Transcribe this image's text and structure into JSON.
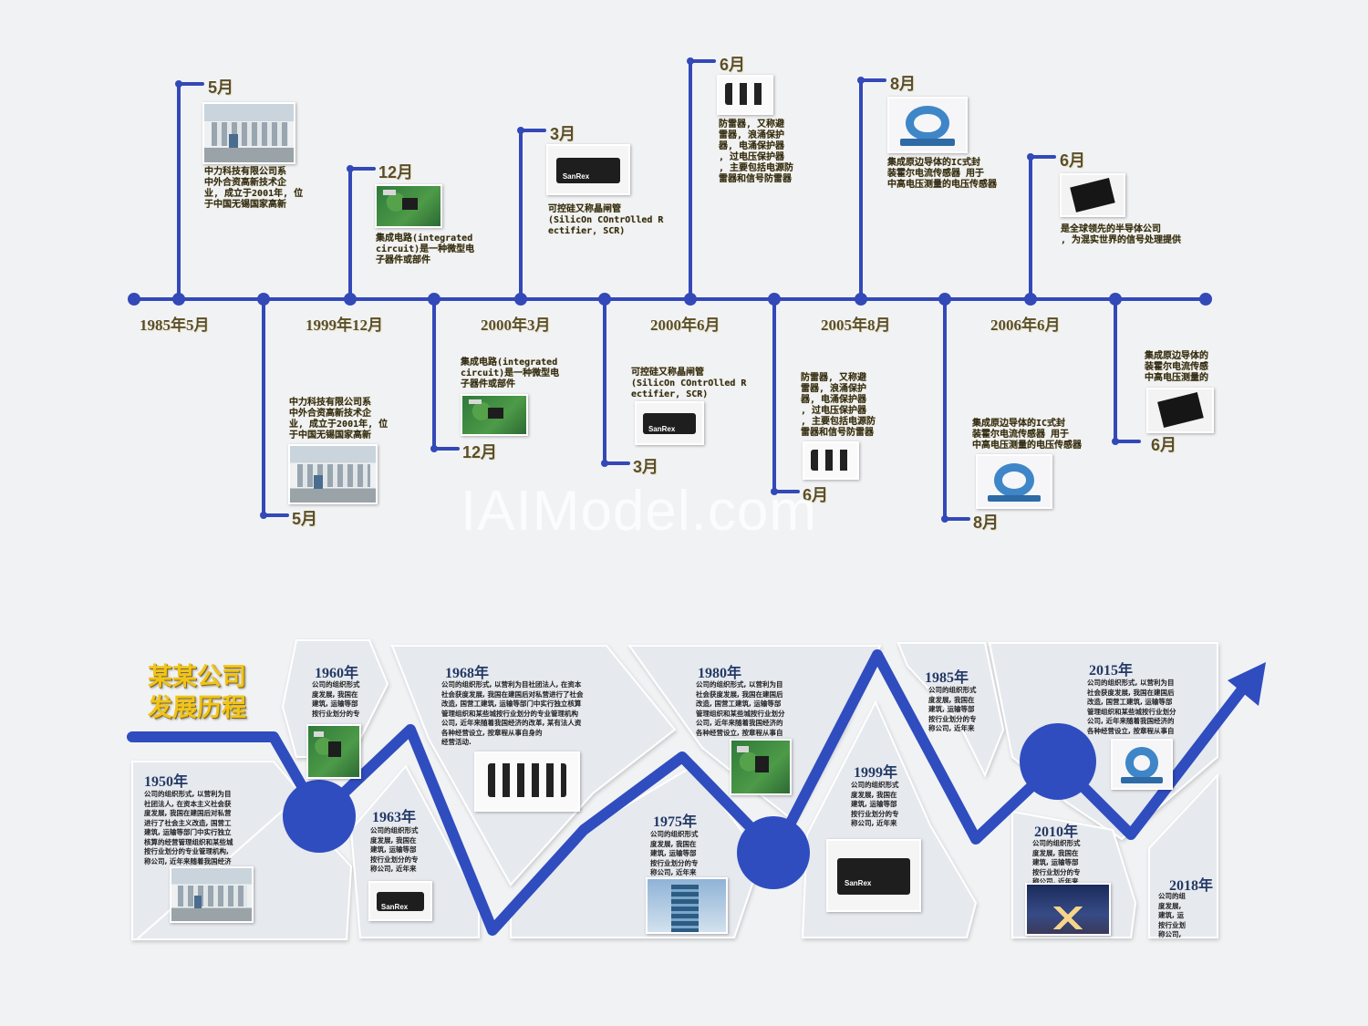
{
  "colors": {
    "line": "#3349b8",
    "gold": "#f0c419",
    "panel_line": "#2f4dbf"
  },
  "top_timeline": {
    "dates": [
      "1985年5月",
      "1999年12月",
      "2000年3月",
      "2000年6月",
      "2005年8月",
      "2006年6月"
    ],
    "upper_months": [
      "5月",
      "12月",
      "3月",
      "6月",
      "8月",
      "6月"
    ],
    "lower_months": [
      "5月",
      "12月",
      "3月",
      "6月",
      "8月",
      "6月"
    ],
    "notes": {
      "company": "中力科技有限公司系\n中外合资高新技术企\n业, 成立于2001年, 位\n于中国无锡国家高新",
      "ic": "集成电路(integrated\ncircuit)是一种微型电\n子器件或部件",
      "scr": "可控硅又称晶闸管\n(SilicOn COntrOlled R\nectifier, SCR)",
      "arrester": "防雷器, 又称避\n雷器, 浪涌保护\n器, 电涌保护器\n, 过电压保护器\n, 主要包括电源防\n雷器和信号防雷器",
      "sensor": "集成原边导体的IC式封\n装霍尔电流传感器 用于\n中高电压测量的电压传感器",
      "chip": "是全球领先的半导体公司\n, 为混实世界的信号处理提供",
      "sensor_lower": "集成原边导体的IC式封\n装霍尔电流传感器 用于\n中高电压测量的电压传感器",
      "chip_lower": "集成原边导体的\n装霍尔电流传感\n中高电压测量的"
    }
  },
  "watermark": "IAIModel.com",
  "panel": {
    "title": "某某公司\n发展历程",
    "entries": [
      {
        "year": "1950年",
        "text": "公司的组织形式, 以营利为目\n社团法人, 在资本主义社会获\n度发展, 我国在建国后对私营\n进行了社会主义改造, 国营工\n建筑, 运输等部门中实行独立\n核算的经营管理组织和某些城\n按行业划分的专业管理机构,\n称公司, 近年来随着我国经济"
      },
      {
        "year": "1960年",
        "text": "公司的组织形式\n度发展, 我国在\n建筑, 运输等部\n按行业划分的专"
      },
      {
        "year": "1963年",
        "text": "公司的组织形式\n度发展, 我国在\n建筑, 运输等部\n按行业划分的专\n称公司, 近年来"
      },
      {
        "year": "1968年",
        "text": "公司的组织形式, 以营利为目社团法人, 在资本\n社会获度发展, 我国在建国后对私营进行了社会\n改造, 国营工建筑, 运输等部门中实行独立核算\n管理组织和某些城按行业划分的专业管理机构\n公司, 近年来随着我国经济的改革, 某有法人资\n各种经营设立, 按章程从事自身的\n经营活动."
      },
      {
        "year": "1975年",
        "text": "公司的组织形式\n度发展, 我国在\n建筑, 运输等部\n按行业划分的专\n称公司, 近年来"
      },
      {
        "year": "1980年",
        "text": "公司的组织形式, 以营利为目\n社会获度发展, 我国在建国后\n改造, 国营工建筑, 运输等部\n管理组织和某些城按行业划分\n公司, 近年来随着我国经济的\n各种经营设立, 按章程从事自"
      },
      {
        "year": "1985年",
        "text": "公司的组织形式\n度发展, 我国在\n建筑, 运输等部\n按行业划分的专\n称公司, 近年来"
      },
      {
        "year": "1999年",
        "text": "公司的组织形式\n度发展, 我国在\n建筑, 运输等部\n按行业划分的专\n称公司, 近年来"
      },
      {
        "year": "2010年",
        "text": "公司的组织形式\n度发展, 我国在\n建筑, 运输等部\n按行业划分的专\n称公司, 近年来"
      },
      {
        "year": "2015年",
        "text": "公司的组织形式, 以营利为目\n社会获度发展, 我国在建国后\n改造, 国营工建筑, 运输等部\n管理组织和某些城按行业划分\n公司, 近年来随着我国经济的\n各种经营设立, 按章程从事自"
      },
      {
        "year": "2018年",
        "text": "公司的组\n度发展,\n建筑, 运\n按行业划\n称公司,"
      }
    ]
  }
}
